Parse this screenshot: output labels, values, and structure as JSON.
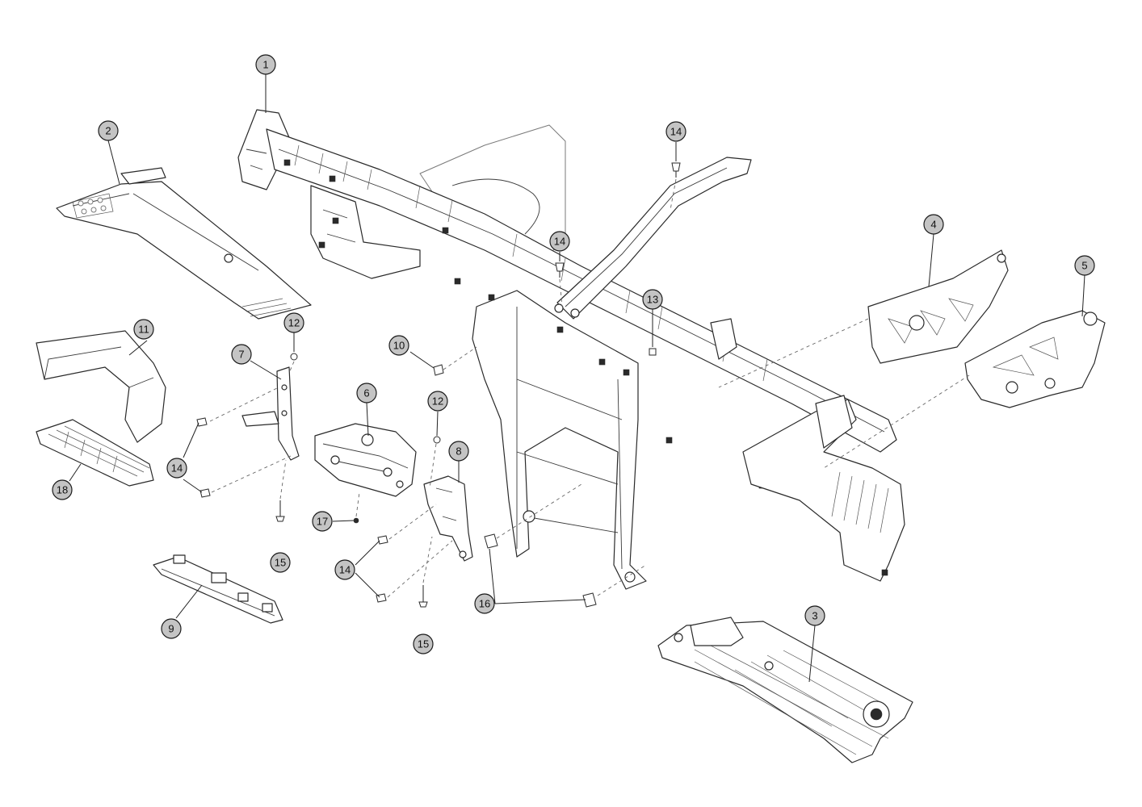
{
  "diagram": {
    "callouts": [
      {
        "id": "c1",
        "label": "1"
      },
      {
        "id": "c2",
        "label": "2"
      },
      {
        "id": "c3",
        "label": "3"
      },
      {
        "id": "c4",
        "label": "4"
      },
      {
        "id": "c5",
        "label": "5"
      },
      {
        "id": "c6",
        "label": "6"
      },
      {
        "id": "c7",
        "label": "7"
      },
      {
        "id": "c8",
        "label": "8"
      },
      {
        "id": "c9",
        "label": "9"
      },
      {
        "id": "c10",
        "label": "10"
      },
      {
        "id": "c11",
        "label": "11"
      },
      {
        "id": "c12a",
        "label": "12"
      },
      {
        "id": "c12b",
        "label": "12"
      },
      {
        "id": "c13",
        "label": "13"
      },
      {
        "id": "c14a",
        "label": "14"
      },
      {
        "id": "c14b",
        "label": "14"
      },
      {
        "id": "c14c",
        "label": "14"
      },
      {
        "id": "c14d",
        "label": "14"
      },
      {
        "id": "c15a",
        "label": "15"
      },
      {
        "id": "c15b",
        "label": "15"
      },
      {
        "id": "c16",
        "label": "16"
      },
      {
        "id": "c17",
        "label": "17"
      },
      {
        "id": "c18",
        "label": "18"
      }
    ]
  }
}
